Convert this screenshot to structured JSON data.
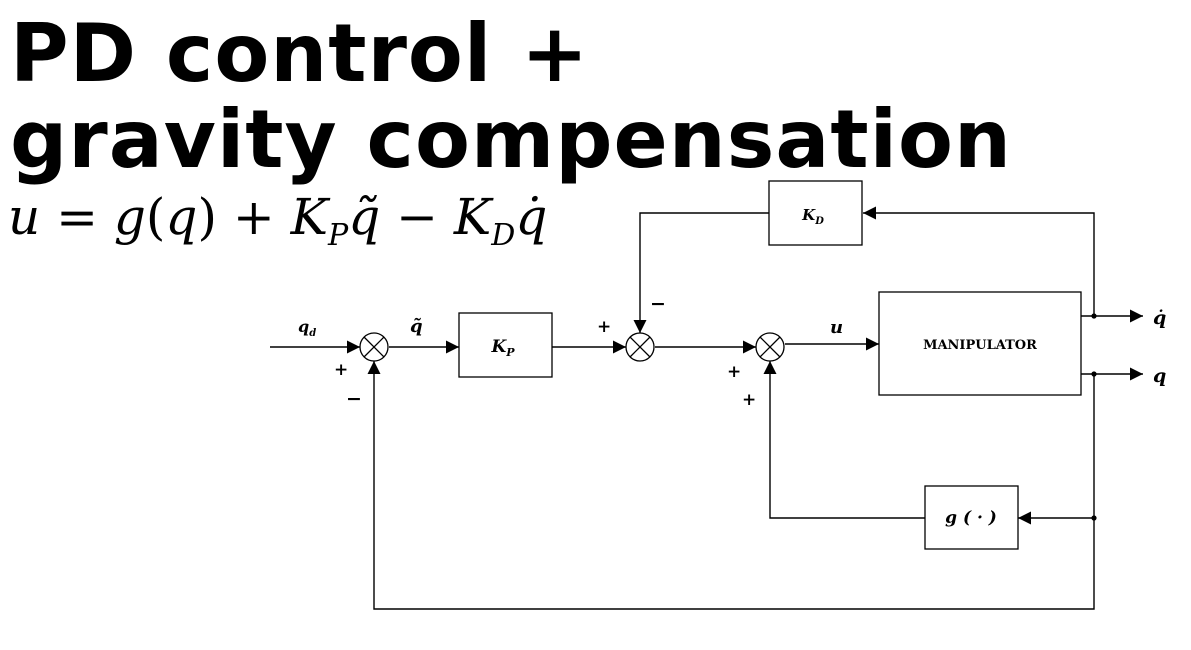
{
  "title": {
    "line1": "PD control +",
    "line2": "gravity compensation"
  },
  "equation": {
    "lhs": "u",
    "eq": " = ",
    "g": "g",
    "paren_open": "(",
    "q1": "q",
    "paren_close": ")",
    "plus": " + ",
    "kp": "K",
    "kp_sub": "P",
    "qtilde": "q̃",
    "minus": " − ",
    "kd": "K",
    "kd_sub": "D",
    "qdot": "q̇"
  },
  "diagram": {
    "blocks": {
      "kp": {
        "label": "K",
        "sub": "P"
      },
      "kd": {
        "label": "K",
        "sub": "D"
      },
      "manipulator": {
        "label": "MANIPULATOR"
      },
      "gravity": {
        "label": "g ( · )"
      }
    },
    "signals": {
      "qd": {
        "label": "q",
        "sub": "d"
      },
      "qtilde": "q̃",
      "u": "u",
      "qdot": "q̇",
      "q": "q"
    },
    "signs": {
      "s1_plus": "+",
      "s1_minus": "−",
      "s2_plus": "+",
      "s2_minus": "−",
      "s3_plus_left": "+",
      "s3_plus_bottom": "+"
    }
  }
}
